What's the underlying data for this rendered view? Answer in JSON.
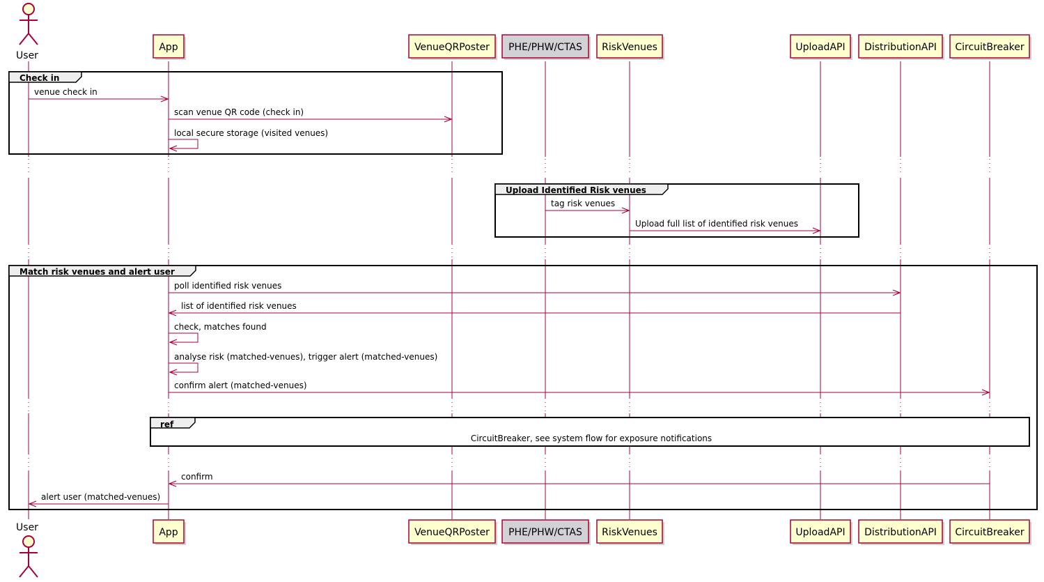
{
  "participants": [
    {
      "id": "user",
      "label": "User",
      "kind": "actor"
    },
    {
      "id": "app",
      "label": "App",
      "kind": "box"
    },
    {
      "id": "venueqr",
      "label": "VenueQRPoster",
      "kind": "box"
    },
    {
      "id": "phe",
      "label": "PHE/PHW/CTAS",
      "kind": "box-grey"
    },
    {
      "id": "riskvenues",
      "label": "RiskVenues",
      "kind": "box"
    },
    {
      "id": "uploadapi",
      "label": "UploadAPI",
      "kind": "box"
    },
    {
      "id": "distapi",
      "label": "DistributionAPI",
      "kind": "box"
    },
    {
      "id": "circuit",
      "label": "CircuitBreaker",
      "kind": "box"
    }
  ],
  "groups": [
    {
      "title": "Check in"
    },
    {
      "title": "Upload Identified Risk venues"
    },
    {
      "title": "Match risk venues and alert user"
    }
  ],
  "ref": {
    "title": "ref",
    "text": "CircuitBreaker, see system flow for exposure notifications"
  },
  "messages": [
    {
      "from": "user",
      "to": "app",
      "label": "venue check in"
    },
    {
      "from": "app",
      "to": "venueqr",
      "label": "scan venue QR code (check in)"
    },
    {
      "from": "app",
      "to": "app",
      "label": "local secure storage (visited venues)"
    },
    {
      "from": "phe",
      "to": "riskvenues",
      "label": "tag risk venues"
    },
    {
      "from": "riskvenues",
      "to": "uploadapi",
      "label": "Upload full list of identified risk venues"
    },
    {
      "from": "app",
      "to": "distapi",
      "label": "poll identified risk venues"
    },
    {
      "from": "distapi",
      "to": "app",
      "label": "list of identified risk venues"
    },
    {
      "from": "app",
      "to": "app",
      "label": "check, matches found"
    },
    {
      "from": "app",
      "to": "app",
      "label": "analyse risk (matched-venues), trigger alert (matched-venues)"
    },
    {
      "from": "app",
      "to": "circuit",
      "label": "confirm alert (matched-venues)"
    },
    {
      "from": "circuit",
      "to": "app",
      "label": "confirm"
    },
    {
      "from": "app",
      "to": "user",
      "label": "alert user (matched-venues)"
    }
  ],
  "colors": {
    "line": "#a80036",
    "box_fill": "#fefece",
    "box_grey_fill": "#d1d1d6",
    "frame": "#000000",
    "frame_tab": "#eeeeee"
  }
}
